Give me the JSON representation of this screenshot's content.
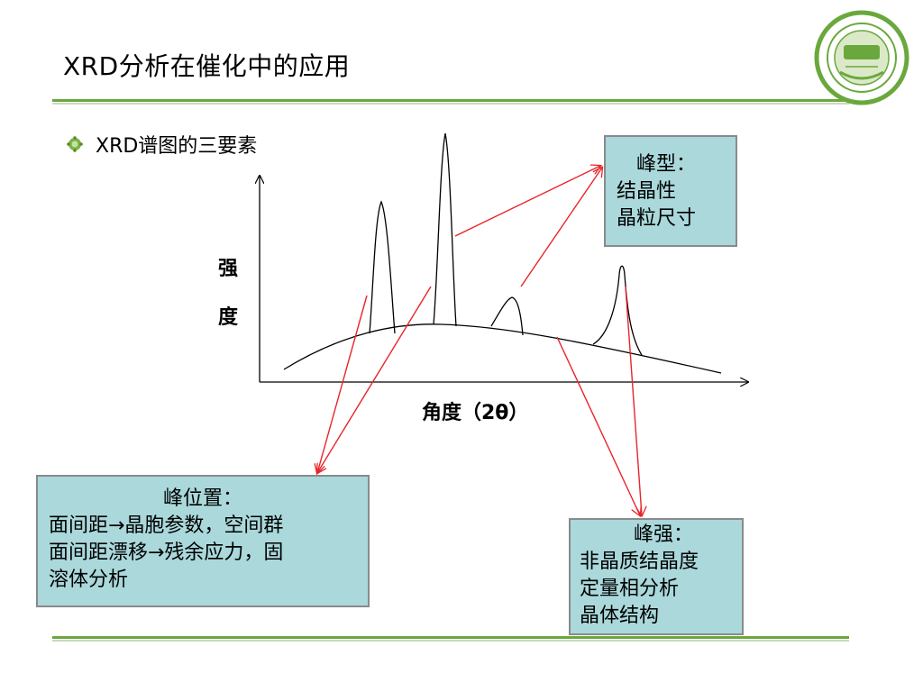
{
  "header": {
    "title": "XRD分析在催化中的应用"
  },
  "bullet": {
    "text": "XRD谱图的三要素"
  },
  "axes": {
    "y_label_chars": [
      "强",
      "度"
    ],
    "x_label": "角度（2θ）"
  },
  "boxes": {
    "peak_shape": {
      "title": "峰型：",
      "lines": [
        "结晶性",
        "晶粒尺寸"
      ]
    },
    "peak_position": {
      "title": "峰位置：",
      "lines": [
        "面间距→晶胞参数，空间群",
        "面间距漂移→残余应力，固",
        "溶体分析"
      ]
    },
    "peak_intensity": {
      "title": "峰强：",
      "lines": [
        "非晶质结晶度",
        "定量相分析",
        "晶体结构"
      ]
    }
  },
  "colors": {
    "accent_green": "#6aa83d",
    "box_fill": "#aad8db",
    "arrow_red": "#e8252a"
  },
  "logo": {
    "icon": "ecocat-group-seal-icon"
  }
}
